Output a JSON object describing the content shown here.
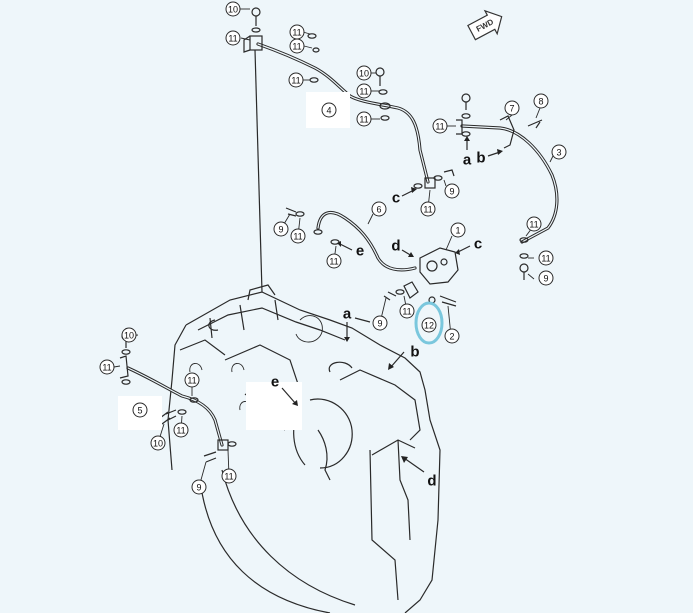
{
  "diagram": {
    "direction_badge": "FWD",
    "highlight_color": "#7ac7dd",
    "callouts": [
      {
        "id": "c10a",
        "text": "10"
      },
      {
        "id": "c11a",
        "text": "11"
      },
      {
        "id": "c11b",
        "text": "11"
      },
      {
        "id": "c11c",
        "text": "11"
      },
      {
        "id": "c11d",
        "text": "11"
      },
      {
        "id": "c10b",
        "text": "10"
      },
      {
        "id": "c11e",
        "text": "11"
      },
      {
        "id": "c4",
        "text": "4"
      },
      {
        "id": "c11f",
        "text": "11"
      },
      {
        "id": "c9a",
        "text": "9"
      },
      {
        "id": "c7",
        "text": "7"
      },
      {
        "id": "c8",
        "text": "8"
      },
      {
        "id": "c11g",
        "text": "11"
      },
      {
        "id": "c3",
        "text": "3"
      },
      {
        "id": "c9b",
        "text": "9"
      },
      {
        "id": "c11h",
        "text": "11"
      },
      {
        "id": "c1",
        "text": "1"
      },
      {
        "id": "c6",
        "text": "6"
      },
      {
        "id": "c9c",
        "text": "9"
      },
      {
        "id": "c11i",
        "text": "11"
      },
      {
        "id": "c11j",
        "text": "11"
      },
      {
        "id": "c11k",
        "text": "11"
      },
      {
        "id": "c11l",
        "text": "11"
      },
      {
        "id": "c9d",
        "text": "9"
      },
      {
        "id": "c11m",
        "text": "11"
      },
      {
        "id": "c9e",
        "text": "9"
      },
      {
        "id": "c12",
        "text": "12"
      },
      {
        "id": "c2",
        "text": "2"
      },
      {
        "id": "c10c",
        "text": "10"
      },
      {
        "id": "c11n",
        "text": "11"
      },
      {
        "id": "c11o",
        "text": "11"
      },
      {
        "id": "c5",
        "text": "5"
      },
      {
        "id": "c10d",
        "text": "10"
      },
      {
        "id": "c11p",
        "text": "11"
      },
      {
        "id": "c9f",
        "text": "9"
      },
      {
        "id": "c11q",
        "text": "11"
      }
    ],
    "letters": [
      {
        "id": "la1",
        "text": "a"
      },
      {
        "id": "lb1",
        "text": "b"
      },
      {
        "id": "lc1",
        "text": "c"
      },
      {
        "id": "ld1",
        "text": "d"
      },
      {
        "id": "lc2",
        "text": "c"
      },
      {
        "id": "le1",
        "text": "e"
      },
      {
        "id": "la2",
        "text": "a"
      },
      {
        "id": "lb2",
        "text": "b"
      },
      {
        "id": "le2",
        "text": "e"
      },
      {
        "id": "ld2",
        "text": "d"
      }
    ]
  }
}
